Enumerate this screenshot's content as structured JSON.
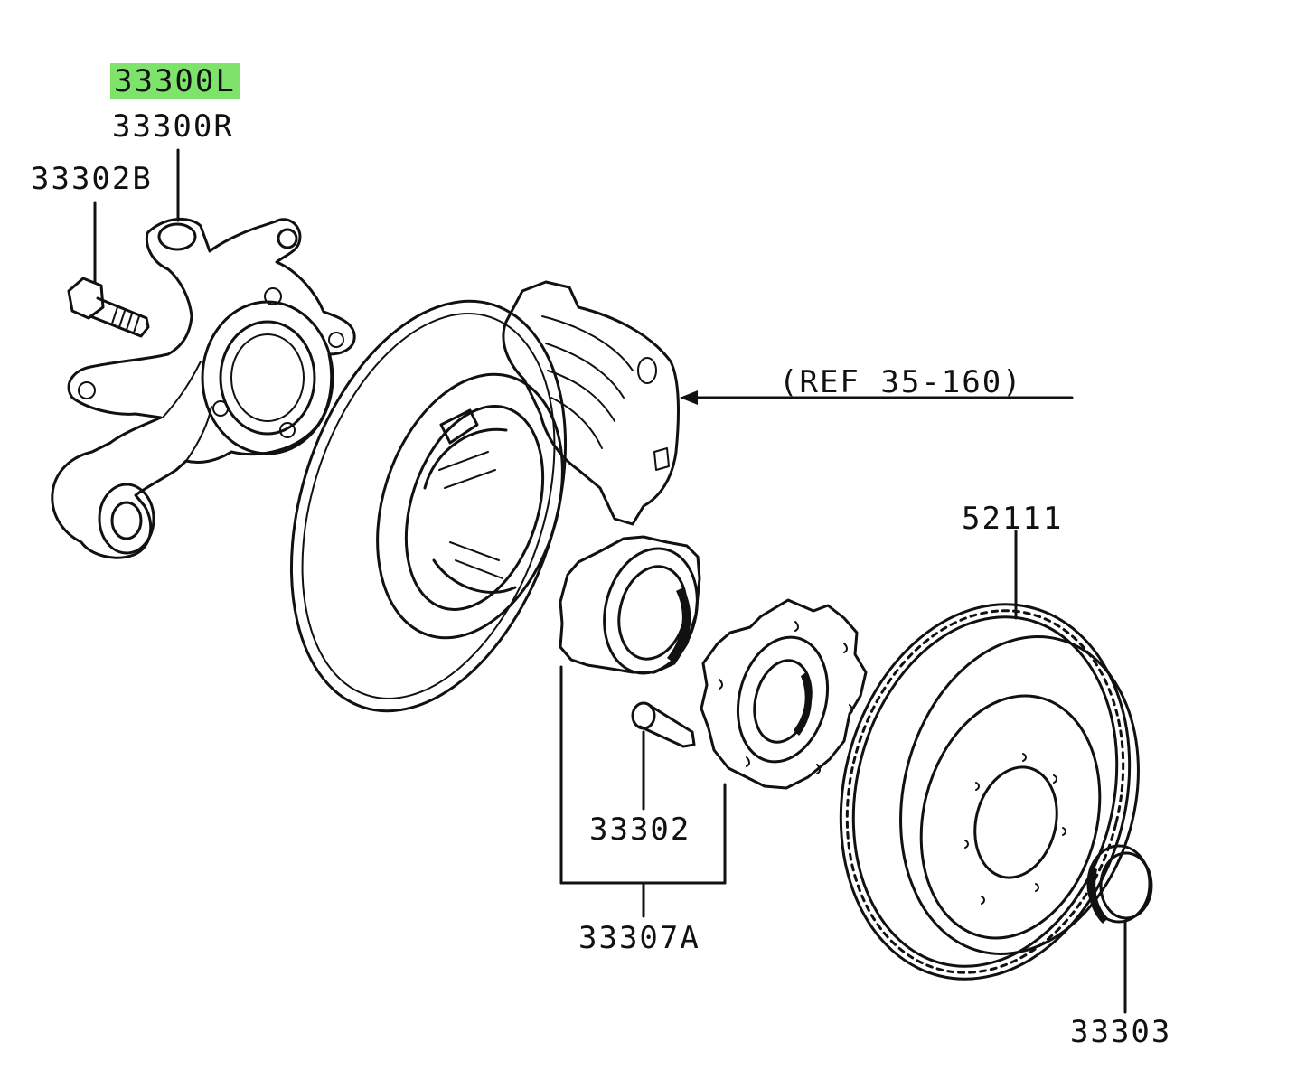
{
  "labels": {
    "knuckle_left": "33300L",
    "knuckle_right": "33300R",
    "knuckle_bolt": "33302B",
    "reference": "(REF 35-160)",
    "rotor": "52111",
    "hub_bolt": "33302",
    "hub_assembly": "33307A",
    "hub_cap": "33303"
  },
  "colors": {
    "highlight": "#7ee36a",
    "ink": "#111111",
    "background": "#ffffff"
  }
}
